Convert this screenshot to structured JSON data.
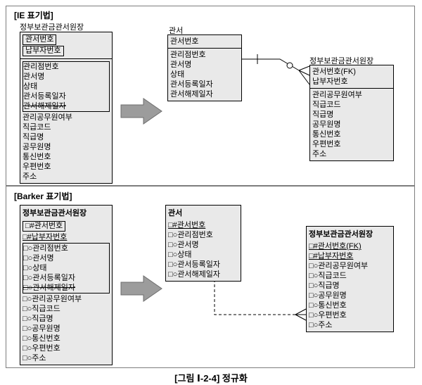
{
  "caption": "[그림 Ⅰ-2-4] 정규화",
  "ie": {
    "label": "[IE 표기법]",
    "relationship": "one-to-zero-or-many",
    "left": {
      "title": "정부보관금관서원장",
      "pk": [
        {
          "text": "관서번호",
          "boxed": true
        },
        {
          "text": "납부자번호",
          "boxed": true
        }
      ],
      "attrs": [
        {
          "text": "관리점번호",
          "group": true
        },
        {
          "text": "관서명",
          "group": true
        },
        {
          "text": "상태",
          "group": true
        },
        {
          "text": "관서등록일자",
          "group": true
        },
        {
          "text": "관서해제일자",
          "group": true,
          "strike": true
        },
        {
          "text": "관리공무원여부"
        },
        {
          "text": "직급코드"
        },
        {
          "text": "직급명"
        },
        {
          "text": "공무원명"
        },
        {
          "text": "통신번호"
        },
        {
          "text": "우편번호"
        },
        {
          "text": "주소"
        }
      ]
    },
    "middle": {
      "title": "관서",
      "pk": [
        {
          "text": "관서번호"
        }
      ],
      "attrs": [
        {
          "text": "관리점번호"
        },
        {
          "text": "관서명"
        },
        {
          "text": "상태"
        },
        {
          "text": "관서등록일자"
        },
        {
          "text": "관서해제일자"
        }
      ]
    },
    "right": {
      "title": "정부보관금관서원장",
      "pk": [
        {
          "text": "관서번호(FK)"
        },
        {
          "text": "납부자번호"
        }
      ],
      "attrs": [
        {
          "text": "관리공무원여부"
        },
        {
          "text": "직급코드"
        },
        {
          "text": "직급명"
        },
        {
          "text": "공무원명"
        },
        {
          "text": "통신번호"
        },
        {
          "text": "우편번호"
        },
        {
          "text": "주소"
        }
      ]
    }
  },
  "barker": {
    "label": "[Barker 표기법]",
    "relationship": "dashed-one-to-many",
    "left": {
      "title": "정부보관금관서원장",
      "rows": [
        {
          "text": "□#관서번호",
          "boxed": true
        },
        {
          "text": "□#납부자번호",
          "underline": true
        },
        {
          "text": "□○관리점번호",
          "group": true
        },
        {
          "text": "□○관서명",
          "group": true
        },
        {
          "text": "□○상태",
          "group": true
        },
        {
          "text": "□○관서등록일자",
          "group": true
        },
        {
          "text": "□○관서해제일자",
          "group": true,
          "strike": true
        },
        {
          "text": "□○관리공무원여부"
        },
        {
          "text": "□○직급코드"
        },
        {
          "text": "□○직급명"
        },
        {
          "text": "□○공무원명"
        },
        {
          "text": "□○통신번호"
        },
        {
          "text": "□○우편번호"
        },
        {
          "text": "□○주소"
        }
      ]
    },
    "middle": {
      "title": "관서",
      "rows": [
        {
          "text": "□#관서번호",
          "underline": true
        },
        {
          "text": "□○관리점번호"
        },
        {
          "text": "□○관서명"
        },
        {
          "text": "□○상태"
        },
        {
          "text": "□○관서등록일자"
        },
        {
          "text": "□○관서해제일자"
        }
      ]
    },
    "right": {
      "title": "정부보관금관서원장",
      "rows": [
        {
          "text": "□#관서번호(FK)",
          "underline": true
        },
        {
          "text": "□#납부자번호",
          "underline": true
        },
        {
          "text": "□○관리공무원여부"
        },
        {
          "text": "□○직급코드"
        },
        {
          "text": "□○직급명"
        },
        {
          "text": "□○공무원명"
        },
        {
          "text": "□○통신번호"
        },
        {
          "text": "□○우편번호"
        },
        {
          "text": "□○주소"
        }
      ]
    }
  }
}
